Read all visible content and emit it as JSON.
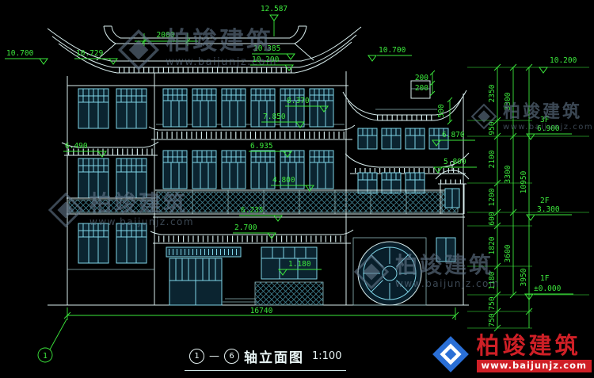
{
  "colors": {
    "background": "#000000",
    "line": "#d8eded",
    "window": "#7fd4e6",
    "dimension": "#3ce83c",
    "watermark": "#64788c",
    "logo_blue": "#2a6fd6",
    "logo_red": "#cf1f26"
  },
  "brand": {
    "name": "柏竣建筑",
    "url": "www.baijunjz.com"
  },
  "title_bar": {
    "axis_start": "1",
    "separator": "—",
    "axis_end": "6",
    "title": "轴立面图",
    "scale": "1:100"
  },
  "axis_bubbles": {
    "left": "1"
  },
  "elevations": {
    "ridge_top": "12.587",
    "roof_offset": "2000",
    "left_eave_outer": "10.700",
    "left_eave_inner": "10.729",
    "center_upper": "10.385",
    "center_lower": "10.200",
    "right_eave": "10.700",
    "main_eave": "8.370",
    "main_eave_under": "7.850",
    "tower_eave": "6.490",
    "center_2f_eave": "6.935",
    "wing_upper": "6.870",
    "wing_lower_eave": "5.800",
    "balcony_rail": "4.800",
    "mid_level": "6.235",
    "porch_eave": "2.700",
    "window_sill": "1.180",
    "parapet_a": "200",
    "parapet_b": "200",
    "fascia": "500"
  },
  "dims": {
    "overall_width": "16740",
    "right_top_elev": "10.200",
    "chain_inner": [
      "2350",
      "950",
      "2100",
      "1200",
      "600",
      "1820",
      "1180",
      "750",
      "750"
    ],
    "chain_mid": [
      "3300",
      "3300",
      "3600"
    ],
    "chain_outer": [
      "10950",
      "3950"
    ],
    "floors": [
      {
        "label": "3F",
        "elev": "6.900"
      },
      {
        "label": "2F",
        "elev": "3.300"
      },
      {
        "label": "1F",
        "elev": "±0.000"
      }
    ]
  }
}
